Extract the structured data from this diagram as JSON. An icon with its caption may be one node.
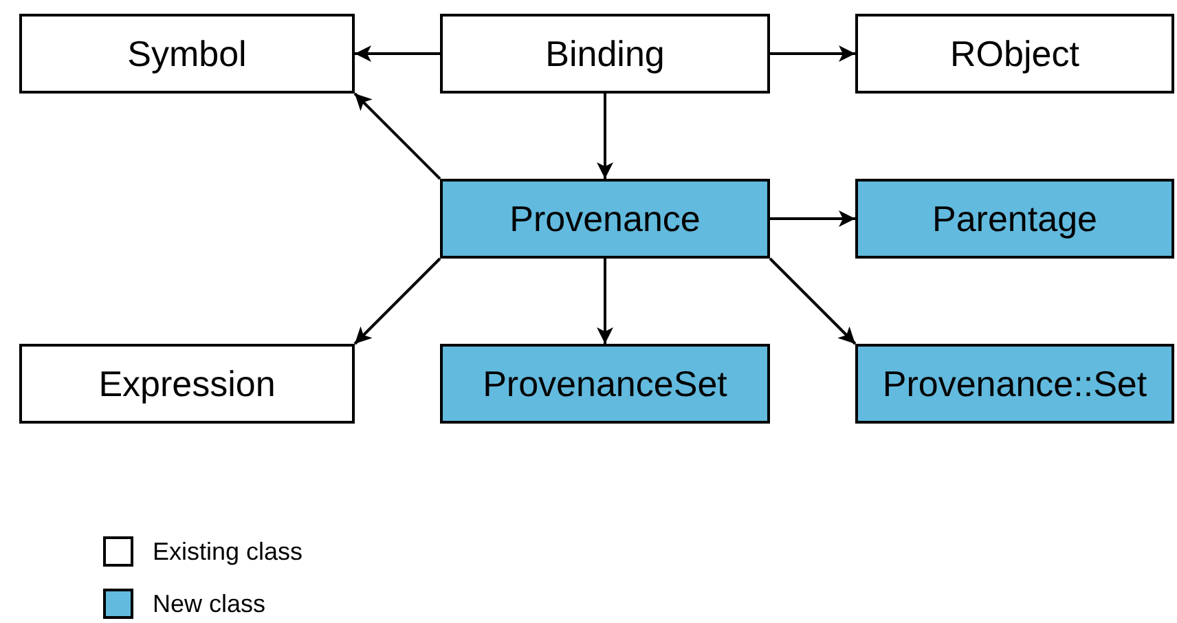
{
  "diagram": {
    "nodes": [
      {
        "text": [
          "Symbol"
        ]
      },
      {
        "text": [
          "Binding"
        ]
      },
      {
        "text": [
          "RObject"
        ]
      },
      {
        "text": [
          "Provenance"
        ]
      },
      {
        "text": [
          "Parentage"
        ]
      },
      {
        "text": [
          "Expression"
        ]
      },
      {
        "text": [
          "ProvenanceSet"
        ]
      },
      {
        "text": [
          "Provenance::Set"
        ]
      }
    ],
    "edges": [
      {
        "from": 1,
        "to": 0,
        "arrow": "to"
      },
      {
        "from": 1,
        "to": 2,
        "arrow": "to"
      },
      {
        "from": 1,
        "to": 3,
        "arrow": "to"
      },
      {
        "from": 3,
        "to": 0,
        "arrow": "to"
      },
      {
        "from": 3,
        "to": 4,
        "arrow": "to"
      },
      {
        "from": 3,
        "to": 5,
        "arrow": "to"
      },
      {
        "from": 3,
        "to": 6,
        "arrow": "to"
      },
      {
        "from": 3,
        "to": 7,
        "arrow": "to"
      }
    ],
    "legend": [
      {
        "text": "Existing class",
        "color": "#ffffff"
      },
      {
        "text": "New class",
        "color": "#62bade"
      }
    ]
  }
}
